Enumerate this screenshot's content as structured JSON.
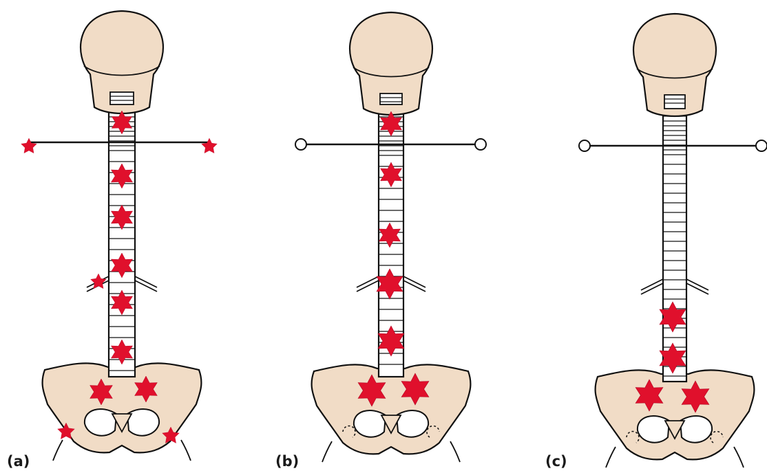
{
  "figure": {
    "panels": [
      {
        "label": "(a)",
        "lesion_sites": [
          "cervical",
          "left-shoulder",
          "right-shoulder",
          "upper-thoracic",
          "mid-thoracic",
          "lower-thoracic",
          "left-lower-rib",
          "thoraco-lumbar",
          "lumbar",
          "left-sacroiliac",
          "right-sacroiliac",
          "left-hip",
          "right-hip"
        ]
      },
      {
        "label": "(b)",
        "lesion_sites": [
          "cervical",
          "upper-thoracic",
          "lower-thoracic",
          "thoraco-lumbar",
          "lumbar",
          "left-sacroiliac",
          "right-sacroiliac"
        ]
      },
      {
        "label": "(c)",
        "lesion_sites": [
          "upper-lumbar",
          "lower-lumbar",
          "left-sacroiliac",
          "right-sacroiliac"
        ]
      }
    ],
    "colors": {
      "bone_fill": "#f1dcc6",
      "outline": "#111111",
      "lesion": "#e0102c"
    },
    "icons": [
      "skeleton-outline",
      "star-lesion-icon"
    ]
  }
}
